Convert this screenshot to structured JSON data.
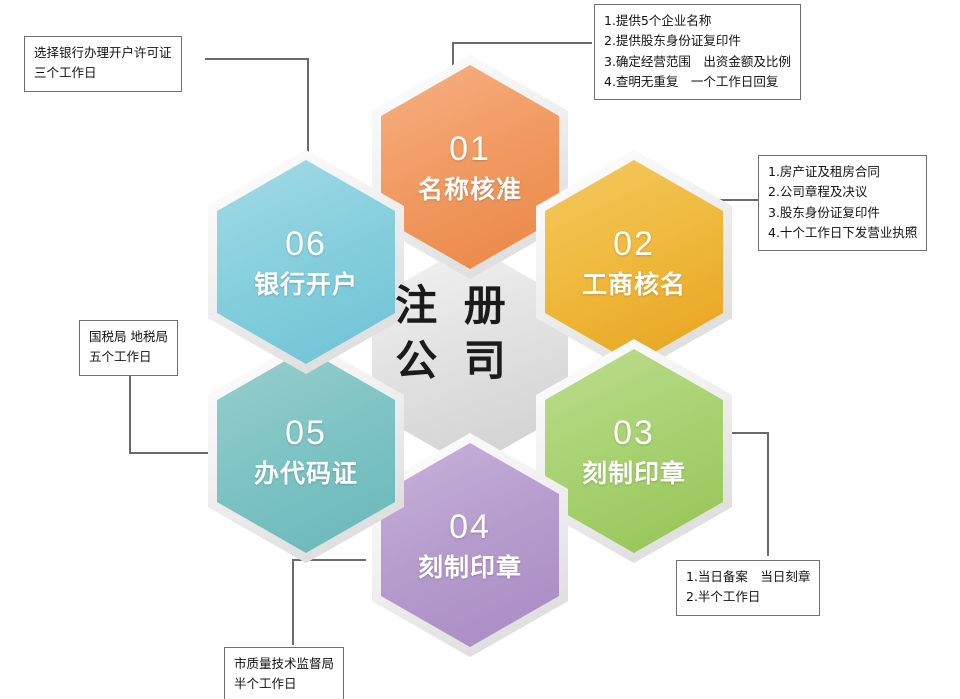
{
  "diagram": {
    "center_title": "注册\n公司",
    "center_title_lines": [
      "注 册",
      "公 司"
    ],
    "background_color": "#ffffff"
  },
  "hexagons": [
    {
      "id": "01",
      "number": "01",
      "label": "名称核准",
      "color": "#f19a62",
      "color_light": "#f5ad7c",
      "color_dark": "#e8843f"
    },
    {
      "id": "02",
      "number": "02",
      "label": "工商核名",
      "color": "#efb93d",
      "color_light": "#f2c75c",
      "color_dark": "#e9a721"
    },
    {
      "id": "03",
      "number": "03",
      "label": "刻制印章",
      "color": "#a8d271",
      "color_light": "#b8da86",
      "color_dark": "#97c657"
    },
    {
      "id": "04",
      "number": "04",
      "label": "刻制印章",
      "color": "#b69ccd",
      "color_light": "#c2ad6",
      "color_dark": "#a98cc4"
    },
    {
      "id": "05",
      "number": "05",
      "label": "办代码证",
      "color": "#7ec4c4",
      "color_light": "#95cfcd",
      "color_dark": "#6bb9ba"
    },
    {
      "id": "06",
      "number": "06",
      "label": "银行开户",
      "color": "#86cfdd",
      "color_light": "#9bd8e2",
      "color_dark": "#6fc4d6"
    }
  ],
  "notes": [
    {
      "id": "note-06",
      "lines": [
        "选择银行办理开户许可证",
        "三个工作日"
      ]
    },
    {
      "id": "note-01",
      "lines": [
        "1.提供5个企业名称",
        "2.提供股东身份证复印件",
        "3.确定经营范围　出资金额及比例",
        "4.查明无重复　一个工作日回复"
      ]
    },
    {
      "id": "note-02",
      "lines": [
        "1.房产证及租房合同",
        "2.公司章程及决议",
        "3.股东身份证复印件",
        "4.十个工作日下发营业执照"
      ]
    },
    {
      "id": "note-05",
      "lines": [
        "国税局 地税局",
        "五个工作日"
      ]
    },
    {
      "id": "note-03",
      "lines": [
        "1.当日备案　当日刻章",
        "2.半个工作日"
      ]
    },
    {
      "id": "note-04",
      "lines": [
        "市质量技术监督局",
        "半个工作日"
      ]
    }
  ]
}
